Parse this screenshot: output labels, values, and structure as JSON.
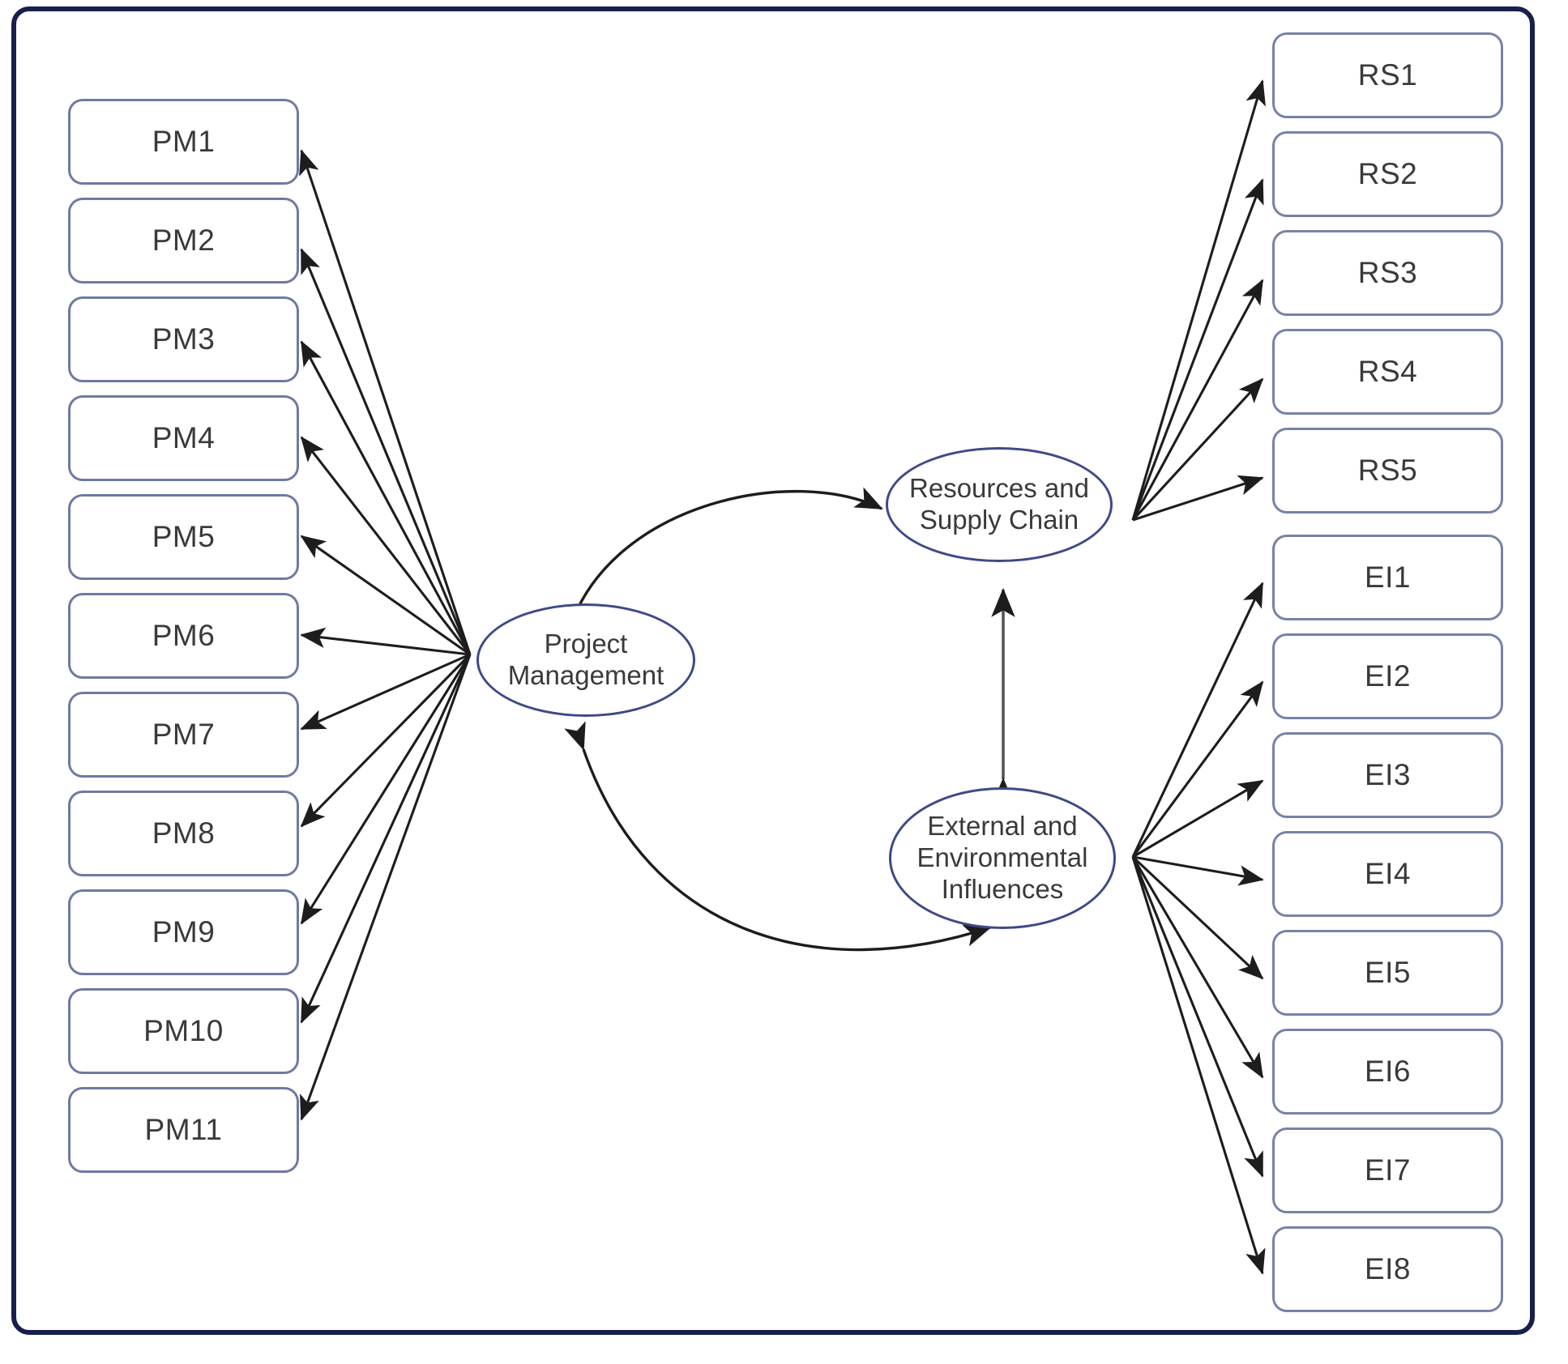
{
  "diagram": {
    "type": "structural-equation-measurement-model",
    "frame": {
      "border_color": "#191f4d"
    },
    "colors": {
      "box_border": "#7782a8",
      "ellipse_border": "#3d4a86",
      "arrow": "#222222",
      "text": "#3a3a3a",
      "frame": "#191f4d",
      "background": "#ffffff"
    },
    "latent_constructs": [
      {
        "id": "PM",
        "label": "Project Management",
        "lines": [
          "Project",
          "Management"
        ]
      },
      {
        "id": "RS",
        "label": "Resources and Supply Chain",
        "lines": [
          "Resources and",
          "Supply Chain"
        ]
      },
      {
        "id": "EI",
        "label": "External and Environmental Influences",
        "lines": [
          "External and",
          "Environmental",
          "Influences"
        ]
      }
    ],
    "indicator_groups": [
      {
        "construct": "PM",
        "side": "left",
        "items": [
          {
            "label": "PM1"
          },
          {
            "label": "PM2"
          },
          {
            "label": "PM3"
          },
          {
            "label": "PM4"
          },
          {
            "label": "PM5"
          },
          {
            "label": "PM6"
          },
          {
            "label": "PM7"
          },
          {
            "label": "PM8"
          },
          {
            "label": "PM9"
          },
          {
            "label": "PM10"
          },
          {
            "label": "PM11"
          }
        ]
      },
      {
        "construct": "RS",
        "side": "right",
        "items": [
          {
            "label": "RS1"
          },
          {
            "label": "RS2"
          },
          {
            "label": "RS3"
          },
          {
            "label": "RS4"
          },
          {
            "label": "RS5"
          }
        ]
      },
      {
        "construct": "EI",
        "side": "right",
        "items": [
          {
            "label": "EI1"
          },
          {
            "label": "EI2"
          },
          {
            "label": "EI3"
          },
          {
            "label": "EI4"
          },
          {
            "label": "EI5"
          },
          {
            "label": "EI6"
          },
          {
            "label": "EI7"
          },
          {
            "label": "EI8"
          }
        ]
      }
    ],
    "structural_paths": [
      {
        "from": "PM",
        "to": "RS",
        "style": "curved",
        "direction": "bidirectional"
      },
      {
        "from": "PM",
        "to": "EI",
        "style": "curved",
        "direction": "bidirectional"
      },
      {
        "from": "RS",
        "to": "EI",
        "style": "straight",
        "direction": "bidirectional"
      }
    ]
  }
}
